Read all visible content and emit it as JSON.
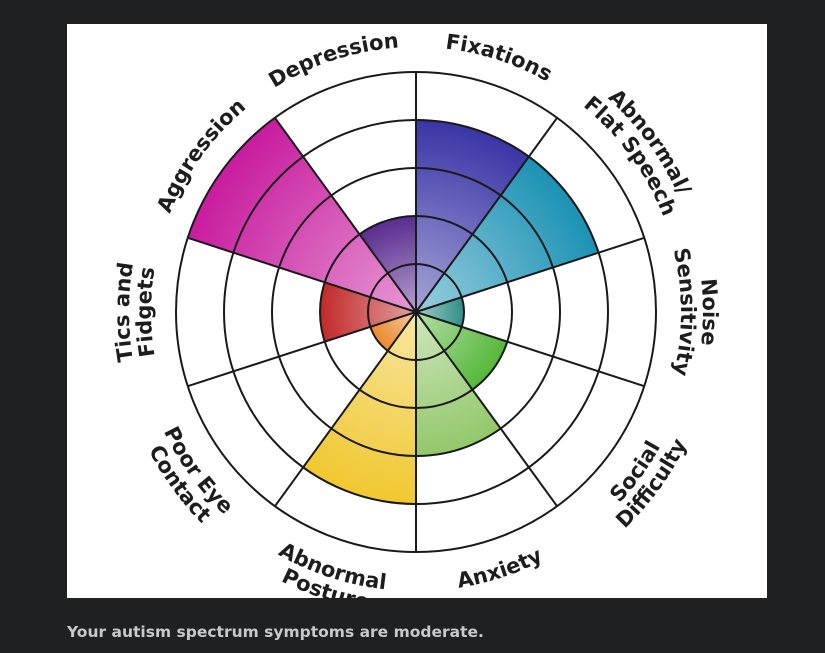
{
  "chart_data": {
    "type": "polar-area",
    "title": "",
    "max_level": 5,
    "categories": [
      "Fixations",
      "Abnormal/ Flat Speech",
      "Noise Sensitivity",
      "Social Difficulty",
      "Anxiety",
      "Abnormal Posture",
      "Poor Eye Contact",
      "Tics and Fidgets",
      "Aggression",
      "Depression"
    ],
    "label_lines": [
      [
        "Fixations"
      ],
      [
        "Abnormal/",
        "Flat Speech"
      ],
      [
        "Noise",
        "Sensitivity"
      ],
      [
        "Social",
        "Difficulty"
      ],
      [
        "Anxiety"
      ],
      [
        "Abnormal",
        "Posture"
      ],
      [
        "Poor Eye",
        "Contact"
      ],
      [
        "Tics and",
        "Fidgets"
      ],
      [
        "Aggression"
      ],
      [
        "Depression"
      ]
    ],
    "values": [
      4,
      4,
      1,
      2,
      3,
      4,
      1,
      2,
      5,
      2
    ],
    "colors": [
      "#3a35a6",
      "#1c92b5",
      "#2e8f88",
      "#56b83a",
      "#93c86b",
      "#f0c830",
      "#ea8a2c",
      "#c22a2a",
      "#c81c9e",
      "#5a2c90"
    ],
    "grid": true
  },
  "result_text": "Your autism spectrum symptoms are moderate."
}
